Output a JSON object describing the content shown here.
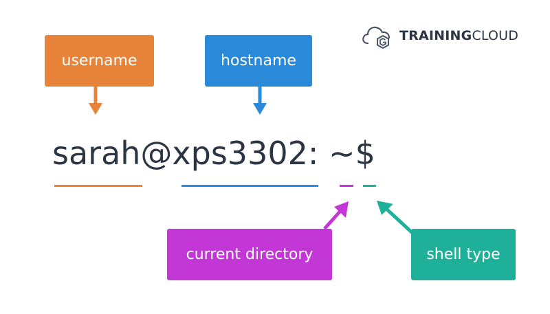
{
  "labels": {
    "username": "username",
    "hostname": "hostname",
    "current_directory": "current directory",
    "shell_type": "shell type"
  },
  "prompt": {
    "username": "sarah",
    "at": "@",
    "hostname": "xps3302",
    "colon": ":",
    "space": " ",
    "directory": "~",
    "shell_symbol": "$"
  },
  "logo": {
    "bold_text": "TRAINING",
    "light_text": "CLOUD",
    "icon": "cloud-logo-icon"
  },
  "colors": {
    "username": "#e8833a",
    "hostname": "#2b89d9",
    "current_directory": "#c237d6",
    "shell_type": "#1fb09a",
    "prompt_text": "#2b3544"
  }
}
